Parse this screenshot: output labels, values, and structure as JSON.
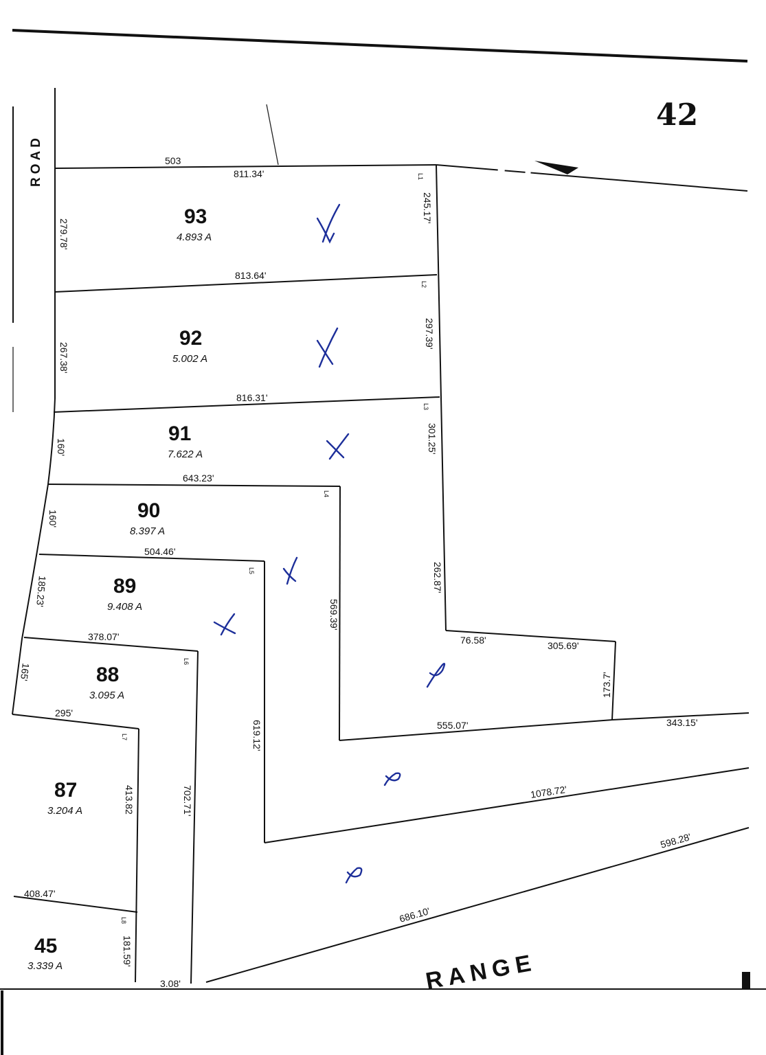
{
  "sheet_number": "42",
  "road_label": "ROAD",
  "range_label": "RANGE",
  "colors": {
    "ink": "#111111",
    "pen": "#1d2f9a"
  },
  "lots": [
    {
      "number": "93",
      "acres": "4.893 A"
    },
    {
      "number": "92",
      "acres": "5.002 A"
    },
    {
      "number": "91",
      "acres": "7.622 A"
    },
    {
      "number": "90",
      "acres": "8.397 A"
    },
    {
      "number": "89",
      "acres": "9.408 A"
    },
    {
      "number": "88",
      "acres": "3.095 A"
    },
    {
      "number": "87",
      "acres": "3.204 A"
    },
    {
      "number": "45",
      "acres": "3.339 A"
    }
  ],
  "dimensions": {
    "n503": "503",
    "d811_34": "811.34'",
    "d813_64": "813.64'",
    "d816_31": "816.31'",
    "d643_23": "643.23'",
    "d504_46": "504.46'",
    "d378_07": "378.07'",
    "d295": "295'",
    "d408_47": "408.47'",
    "d279_78": "279.78'",
    "d267_38": "267.38'",
    "d160a": "160'",
    "d160b": "160'",
    "d185_23": "185.23'",
    "d165": "165'",
    "d245_17": "245.17'",
    "d297_39": "297.39'",
    "d301_25": "301.25'",
    "d262_87": "262.87'",
    "d76_58": "76.58'",
    "d305_69": "305.69'",
    "d173_7": "173.7'",
    "d343_15": "343.15'",
    "d555_07": "555.07'",
    "d569_39": "569.39'",
    "d619_12": "619.12'",
    "d702_71": "702.71'",
    "d413_82": "413.82",
    "d181_59": "181.59'",
    "d1078_72": "1078.72'",
    "d598_28": "598.28'",
    "d686_10": "686.10'",
    "d_cut": "3.08'"
  },
  "line_tags": [
    "L1",
    "L2",
    "L3",
    "L4",
    "L5",
    "L6",
    "L7",
    "L8"
  ]
}
